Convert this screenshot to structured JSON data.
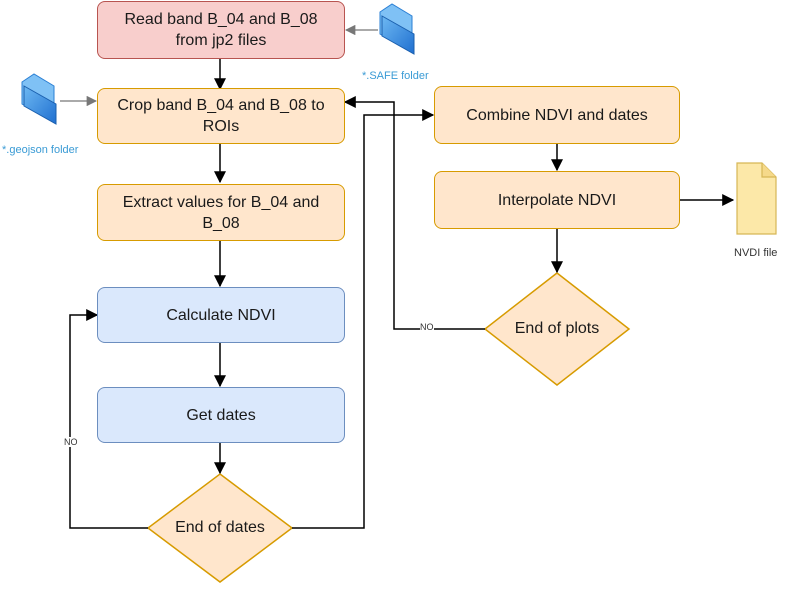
{
  "boxes": {
    "read_band": "Read band B_04 and B_08 from jp2 files",
    "crop_band": "Crop band B_04 and B_08 to ROIs",
    "extract_values": "Extract values for B_04 and B_08",
    "calculate_ndvi": "Calculate NDVI",
    "get_dates": "Get dates",
    "end_of_dates": "End of dates",
    "combine_ndvi": "Combine NDVI and dates",
    "interpolate_ndvi": "Interpolate NDVI",
    "end_of_plots": "End of plots"
  },
  "labels": {
    "safe_folder": "*.SAFE folder",
    "geojson_folder": "*.geojson folder",
    "ndvi_file": "NVDI file",
    "no_dates": "NO",
    "no_plots": "NO"
  },
  "icons": {
    "safe_folder_icon": "folder-icon",
    "geojson_folder_icon": "folder-icon",
    "ndvi_file_icon": "file-icon"
  },
  "colors": {
    "red_fill": "#f8cecc",
    "red_stroke": "#b85450",
    "orange_fill": "#ffe6cc",
    "orange_stroke": "#d79b00",
    "blue_fill": "#dae8fc",
    "blue_stroke": "#6c8ebf",
    "folder_blue": "#2a7fd4",
    "file_fill": "#fce8a8",
    "file_stroke": "#d6b656"
  }
}
